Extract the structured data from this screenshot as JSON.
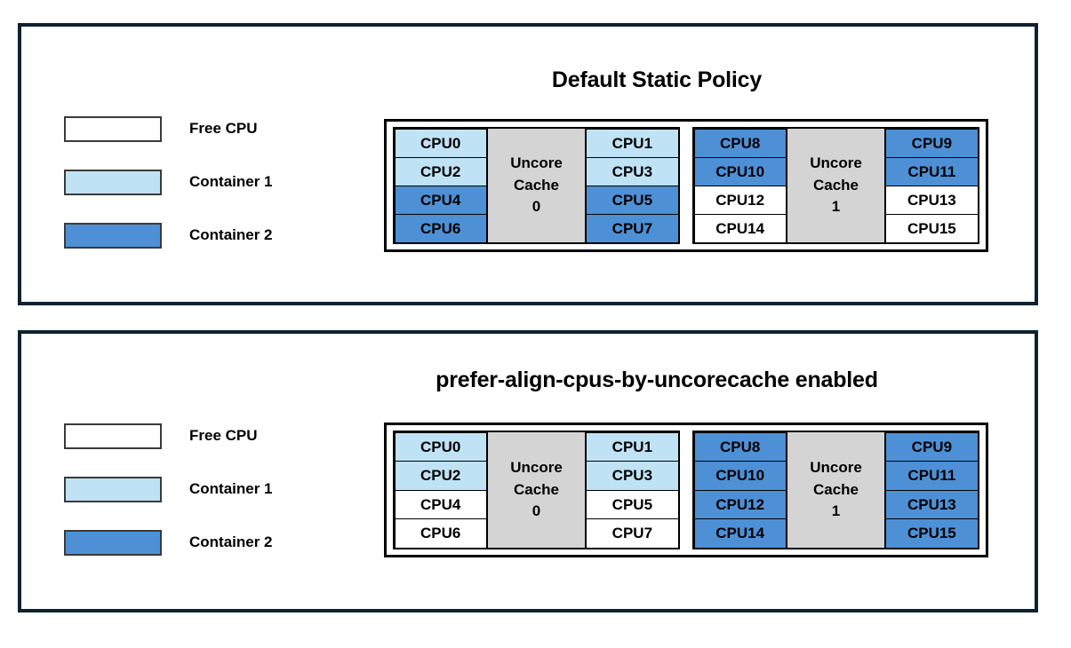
{
  "colors": {
    "free_cpu": "#ffffff",
    "container_1": "#bfe3f5",
    "container_2": "#4d90d6",
    "uncore_cache": "#d4d4d4",
    "panel_border": "#0d2230",
    "cell_border": "#000000",
    "text": "#000000"
  },
  "panels": [
    {
      "id": "default-static-policy",
      "title": "Default Static Policy",
      "legend": [
        {
          "label": "Free CPU",
          "color": "#ffffff"
        },
        {
          "label": "Container 1",
          "color": "#bfe3f5"
        },
        {
          "label": "Container 2",
          "color": "#4d90d6"
        }
      ],
      "sockets": [
        {
          "uncore_label_line1": "Uncore",
          "uncore_label_line2": "Cache",
          "uncore_label_line3": "0",
          "left_column": [
            {
              "label": "CPU0",
              "state": "container_1",
              "color": "#bfe3f5"
            },
            {
              "label": "CPU2",
              "state": "container_1",
              "color": "#bfe3f5"
            },
            {
              "label": "CPU4",
              "state": "container_2",
              "color": "#4d90d6"
            },
            {
              "label": "CPU6",
              "state": "container_2",
              "color": "#4d90d6"
            }
          ],
          "right_column": [
            {
              "label": "CPU1",
              "state": "container_1",
              "color": "#bfe3f5"
            },
            {
              "label": "CPU3",
              "state": "container_1",
              "color": "#bfe3f5"
            },
            {
              "label": "CPU5",
              "state": "container_2",
              "color": "#4d90d6"
            },
            {
              "label": "CPU7",
              "state": "container_2",
              "color": "#4d90d6"
            }
          ]
        },
        {
          "uncore_label_line1": "Uncore",
          "uncore_label_line2": "Cache",
          "uncore_label_line3": "1",
          "left_column": [
            {
              "label": "CPU8",
              "state": "container_2",
              "color": "#4d90d6"
            },
            {
              "label": "CPU10",
              "state": "container_2",
              "color": "#4d90d6"
            },
            {
              "label": "CPU12",
              "state": "free",
              "color": "#ffffff"
            },
            {
              "label": "CPU14",
              "state": "free",
              "color": "#ffffff"
            }
          ],
          "right_column": [
            {
              "label": "CPU9",
              "state": "container_2",
              "color": "#4d90d6"
            },
            {
              "label": "CPU11",
              "state": "container_2",
              "color": "#4d90d6"
            },
            {
              "label": "CPU13",
              "state": "free",
              "color": "#ffffff"
            },
            {
              "label": "CPU15",
              "state": "free",
              "color": "#ffffff"
            }
          ]
        }
      ]
    },
    {
      "id": "prefer-align-cpus-by-uncorecache",
      "title": "prefer-align-cpus-by-uncorecache enabled",
      "legend": [
        {
          "label": "Free CPU",
          "color": "#ffffff"
        },
        {
          "label": "Container 1",
          "color": "#bfe3f5"
        },
        {
          "label": "Container 2",
          "color": "#4d90d6"
        }
      ],
      "sockets": [
        {
          "uncore_label_line1": "Uncore",
          "uncore_label_line2": "Cache",
          "uncore_label_line3": "0",
          "left_column": [
            {
              "label": "CPU0",
              "state": "container_1",
              "color": "#bfe3f5"
            },
            {
              "label": "CPU2",
              "state": "container_1",
              "color": "#bfe3f5"
            },
            {
              "label": "CPU4",
              "state": "free",
              "color": "#ffffff"
            },
            {
              "label": "CPU6",
              "state": "free",
              "color": "#ffffff"
            }
          ],
          "right_column": [
            {
              "label": "CPU1",
              "state": "container_1",
              "color": "#bfe3f5"
            },
            {
              "label": "CPU3",
              "state": "container_1",
              "color": "#bfe3f5"
            },
            {
              "label": "CPU5",
              "state": "free",
              "color": "#ffffff"
            },
            {
              "label": "CPU7",
              "state": "free",
              "color": "#ffffff"
            }
          ]
        },
        {
          "uncore_label_line1": "Uncore",
          "uncore_label_line2": "Cache",
          "uncore_label_line3": "1",
          "left_column": [
            {
              "label": "CPU8",
              "state": "container_2",
              "color": "#4d90d6"
            },
            {
              "label": "CPU10",
              "state": "container_2",
              "color": "#4d90d6"
            },
            {
              "label": "CPU12",
              "state": "container_2",
              "color": "#4d90d6"
            },
            {
              "label": "CPU14",
              "state": "container_2",
              "color": "#4d90d6"
            }
          ],
          "right_column": [
            {
              "label": "CPU9",
              "state": "container_2",
              "color": "#4d90d6"
            },
            {
              "label": "CPU11",
              "state": "container_2",
              "color": "#4d90d6"
            },
            {
              "label": "CPU13",
              "state": "container_2",
              "color": "#4d90d6"
            },
            {
              "label": "CPU15",
              "state": "container_2",
              "color": "#4d90d6"
            }
          ]
        }
      ]
    }
  ]
}
